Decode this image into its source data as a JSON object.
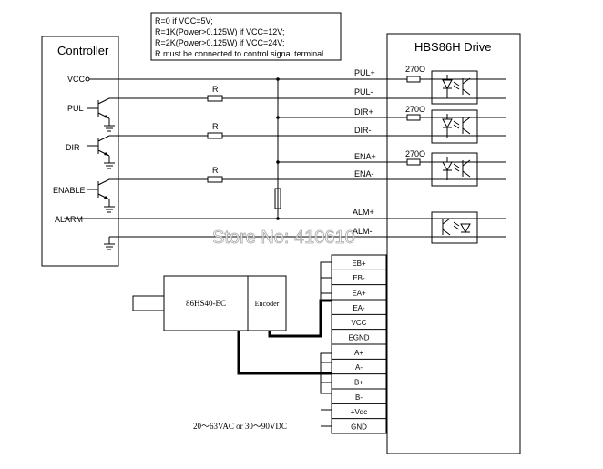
{
  "note": [
    "R=0 if VCC=5V;",
    "R=1K(Power>0.125W) if VCC=12V;",
    "R=2K(Power>0.125W) if VCC=24V;",
    "R must be connected to control signal terminal."
  ],
  "controller": {
    "title": "Controller",
    "labels": {
      "vcc": "VCC",
      "pul": "PUL",
      "dir": "DIR",
      "enable": "ENABLE",
      "alarm": "ALARM"
    }
  },
  "resistor_label": "R",
  "drive": {
    "title": "HBS86H Drive",
    "terminals": [
      "PUL+",
      "PUL-",
      "DIR+",
      "DIR-",
      "ENA+",
      "ENA-",
      "ALM+",
      "ALM-"
    ],
    "resistor_value": "270O"
  },
  "motor": {
    "label": "86HS40-EC",
    "encoder_label": "Encoder"
  },
  "terminal_block": [
    "EB+",
    "EB-",
    "EA+",
    "EA-",
    "VCC",
    "EGND",
    "A+",
    "A-",
    "B+",
    "B-",
    "+Vdc",
    "GND"
  ],
  "power_text": "20～63VAC or 30～90VDC",
  "watermark": "Store No: 410610"
}
